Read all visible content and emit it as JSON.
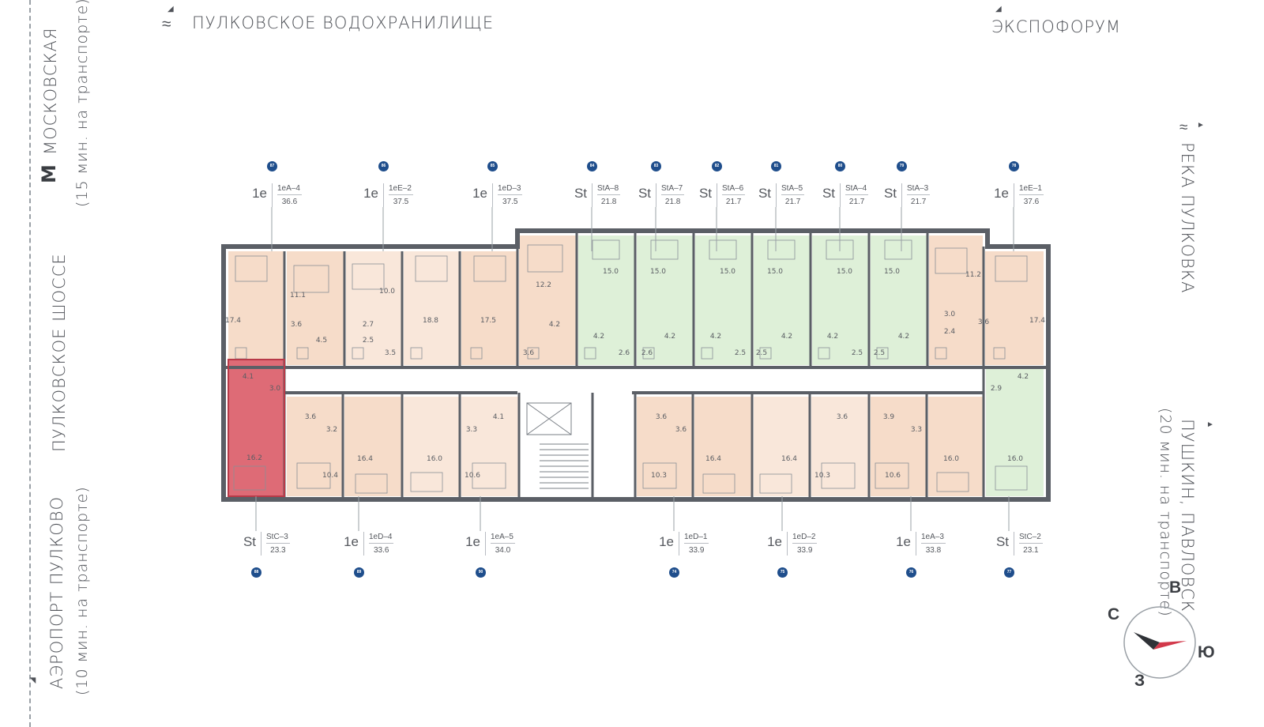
{
  "labels": {
    "top_left": "ПУЛКОВСКОЕ  ВОДОХРАНИЛИЩЕ",
    "top_right": "ЭКСПОФОРУМ",
    "left_metro_name": "МОСКОВСКАЯ",
    "left_metro_time": "(15 мин. на транспорте)",
    "left_road": "ПУЛКОВСКОЕ  ШОССЕ",
    "left_airport": "АЭРОПОРТ  ПУЛКОВО",
    "left_airport_time": "(10 мин. на транспорте)",
    "right_river": "РЕКА  ПУЛКОВКА",
    "right_town": "ПУШКИН,  ПАВЛОВСК",
    "right_town_time": "(20 мин. на транспорте)",
    "metro_letter": "М"
  },
  "compass": {
    "north": "С",
    "east": "В",
    "south": "Ю",
    "west": "З"
  },
  "colors": {
    "wall": "#5b5f66",
    "type_1e": "#f6dcc9",
    "type_1e_alt": "#f9e7da",
    "type_st": "#def0d8",
    "selected": "#de6b76",
    "selected_border": "#b83a48",
    "corridor": "#ffffff",
    "pin": "#1f4e8c"
  },
  "top_apartments": [
    {
      "num": "87",
      "type": "1e",
      "code": "1eA–4",
      "area": "36.6"
    },
    {
      "num": "86",
      "type": "1e",
      "code": "1eE–2",
      "area": "37.5"
    },
    {
      "num": "85",
      "type": "1e",
      "code": "1eD–3",
      "area": "37.5"
    },
    {
      "num": "84",
      "type": "St",
      "code": "StA–8",
      "area": "21.8"
    },
    {
      "num": "83",
      "type": "St",
      "code": "StA–7",
      "area": "21.8"
    },
    {
      "num": "82",
      "type": "St",
      "code": "StA–6",
      "area": "21.7"
    },
    {
      "num": "81",
      "type": "St",
      "code": "StA–5",
      "area": "21.7"
    },
    {
      "num": "80",
      "type": "St",
      "code": "StA–4",
      "area": "21.7"
    },
    {
      "num": "79",
      "type": "St",
      "code": "StA–3",
      "area": "21.7"
    },
    {
      "num": "78",
      "type": "1e",
      "code": "1eE–1",
      "area": "37.6"
    }
  ],
  "bottom_apartments": [
    {
      "num": "88",
      "type": "St",
      "code": "StC–3",
      "area": "23.3"
    },
    {
      "num": "89",
      "type": "1e",
      "code": "1eD–4",
      "area": "33.6"
    },
    {
      "num": "90",
      "type": "1e",
      "code": "1eA–5",
      "area": "34.0"
    },
    {
      "num": "74",
      "type": "1e",
      "code": "1eD–1",
      "area": "33.9"
    },
    {
      "num": "75",
      "type": "1e",
      "code": "1eD–2",
      "area": "33.9"
    },
    {
      "num": "76",
      "type": "1e",
      "code": "1eA–3",
      "area": "33.8"
    },
    {
      "num": "77",
      "type": "St",
      "code": "StC–2",
      "area": "23.1"
    }
  ],
  "room_areas": {
    "u87": [
      "17.4",
      "3.6"
    ],
    "u86": [
      "11.1",
      "4.5"
    ],
    "u86b": [
      "10.0",
      "2.7",
      "2.5"
    ],
    "u85a": [
      "18.8",
      "3.5"
    ],
    "u85b": [
      "17.5",
      "3.6"
    ],
    "u85c": [
      "12.2",
      "4.2"
    ],
    "u84": [
      "15.0",
      "4.2",
      "2.6"
    ],
    "u83": [
      "15.0",
      "4.2",
      "2.6"
    ],
    "u82": [
      "15.0",
      "4.2",
      "2.5"
    ],
    "u81": [
      "15.0",
      "4.2",
      "2.5"
    ],
    "u80": [
      "15.0",
      "4.2",
      "2.5"
    ],
    "u79": [
      "15.0",
      "4.2",
      "2.5"
    ],
    "u78a": [
      "11.2",
      "3.0",
      "2.4",
      "3.6"
    ],
    "u78b": [
      "17.4"
    ],
    "u88": [
      "4.1",
      "3.0",
      "16.2"
    ],
    "u89": [
      "3.6",
      "3.2",
      "10.4",
      "16.4"
    ],
    "u90": [
      "16.0",
      "4.1",
      "3.3",
      "10.6"
    ],
    "u74": [
      "3.6",
      "3.6",
      "10.3",
      "16.4"
    ],
    "u75": [
      "16.4",
      "3.6",
      "10.3"
    ],
    "u76": [
      "3.9",
      "3.3",
      "10.6",
      "16.0"
    ],
    "u77": [
      "2.9",
      "4.2",
      "16.0"
    ]
  }
}
